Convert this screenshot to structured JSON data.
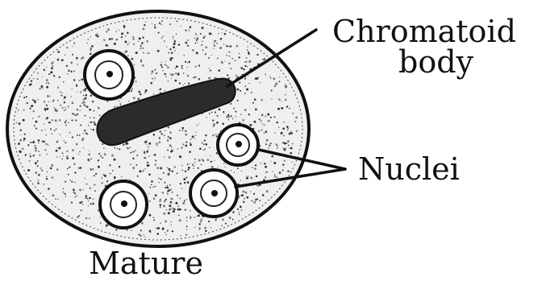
{
  "diagram": {
    "labels": {
      "chromatoid_line1": "Chromatoid",
      "chromatoid_line2": "body",
      "nuclei": "Nuclei",
      "caption": "Mature"
    },
    "colors": {
      "ink": "#111111",
      "cell_fill": "#efefef",
      "chromatoid_fill": "#2b2b2b",
      "background": "#ffffff"
    }
  }
}
